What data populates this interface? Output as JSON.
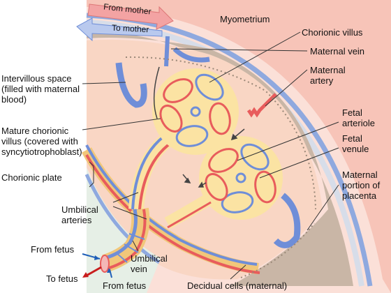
{
  "colors": {
    "myometrium": "#f7c4b8",
    "myometrium_light": "#fbe0d8",
    "decidua": "#c9b6a6",
    "intervillous": "#f9d6c4",
    "villus": "#fbe3a3",
    "artery": "#e85c5c",
    "vein": "#6f8ed8",
    "arrow_dark": "#444444",
    "from_mother_arrow": "#f3a3a3",
    "to_mother_arrow": "#b9c9ee"
  },
  "labels": {
    "from_mother": "From mother",
    "to_mother": "To mother",
    "myometrium": "Myometrium",
    "chorionic_villus": "Chorionic villus",
    "maternal_vein": "Maternal vein",
    "maternal_artery": "Maternal\nartery",
    "intervillous_space": "Intervillous space\n(filled with maternal\nblood)",
    "mature_villus": "Mature chorionic\nvillus (covered with\nsyncytiotrophoblast)",
    "fetal_arteriole": "Fetal\narteriole",
    "fetal_venule": "Fetal\nvenule",
    "chorionic_plate": "Chorionic plate",
    "maternal_portion": "Maternal\nportion of\nplacenta",
    "umbilical_arteries": "Umbilical\narteries",
    "from_fetus_top": "From fetus",
    "umbilical_vein": "Umbilical\nvein",
    "to_fetus": "To fetus",
    "from_fetus_bottom": "From fetus",
    "decidual_cells": "Decidual cells (maternal)"
  }
}
